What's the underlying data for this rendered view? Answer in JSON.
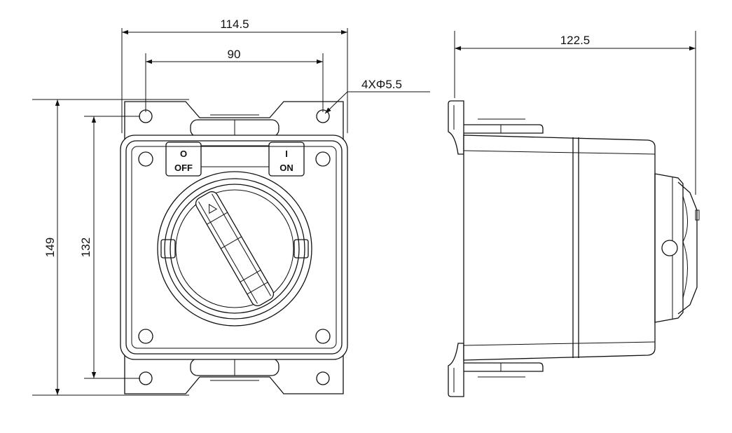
{
  "dimensions": {
    "overall_width": "114.5",
    "hole_spacing_horizontal": "90",
    "hole_spec": "4XΦ5.5",
    "overall_height": "149",
    "hole_spacing_vertical": "132",
    "depth": "122.5"
  },
  "switch_labels": {
    "off_symbol": "O",
    "off_text": "OFF",
    "on_symbol": "I",
    "on_text": "ON"
  }
}
